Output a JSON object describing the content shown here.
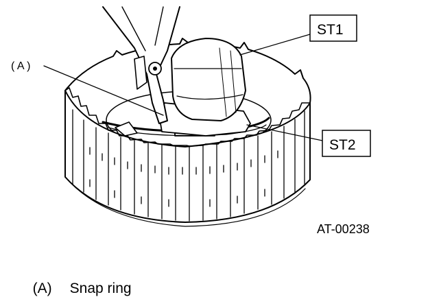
{
  "labels": {
    "a": "( A )",
    "st1": "ST1",
    "st2": "ST2",
    "figure_id": "AT-00238"
  },
  "legend": [
    {
      "key": "(A)",
      "text": "Snap ring"
    }
  ]
}
